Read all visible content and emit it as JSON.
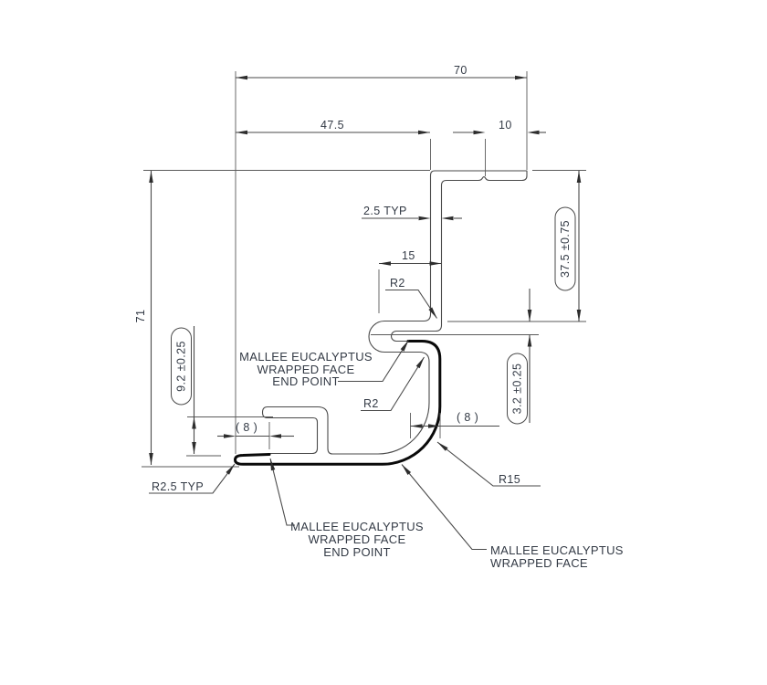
{
  "drawing": {
    "colors": {
      "background": "#ffffff",
      "line": "#4a4a4a",
      "wrap_thick_line": "#0a0a0a",
      "text": "#333a45"
    },
    "dims": {
      "overall_width": "70",
      "upper_width": "47.5",
      "flange_width": "10",
      "wall_thickness": "2.5 TYP",
      "hook_width": "15",
      "overall_height": "71",
      "right_height": "37.5 ±0.75",
      "slot_offset": "3.2 ±0.25",
      "kick_height": "9.2 ±0.25",
      "ref_width_left": "( 8 )",
      "ref_width_right": "( 8 )",
      "radius_hook_top": "R2",
      "radius_hook_bottom": "R2",
      "radius_end_cap": "R2.5 TYP",
      "radius_bottom_corner": "R15"
    },
    "notes": {
      "mid_end_point": {
        "l1": "MALLEE EUCALYPTUS",
        "l2": "WRAPPED FACE",
        "l3": "END POINT"
      },
      "bottom_end_point": {
        "l1": "MALLEE EUCALYPTUS",
        "l2": "WRAPPED FACE",
        "l3": "END POINT"
      },
      "wrapped_face": {
        "l1": "MALLEE EUCALYPTUS",
        "l2": "WRAPPED FACE"
      }
    }
  }
}
